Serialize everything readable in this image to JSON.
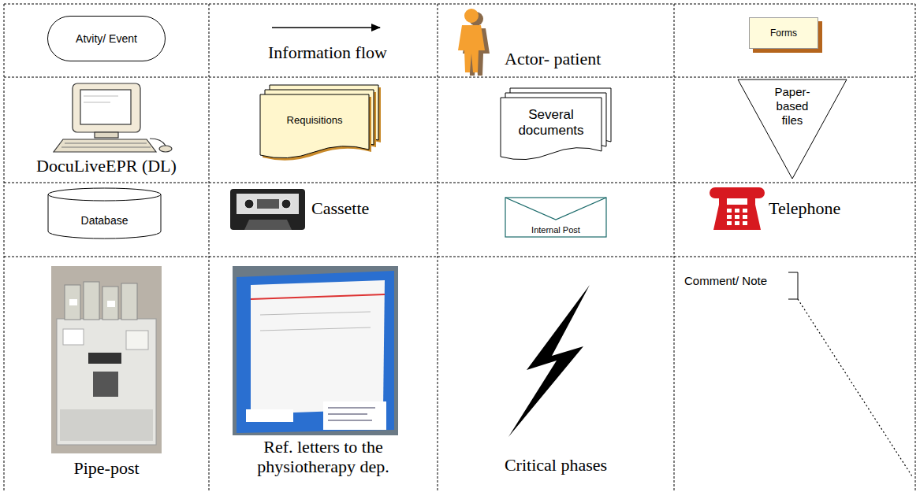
{
  "diagram": {
    "nodes": [
      {
        "text": [
          "Atvity/ Event"
        ]
      },
      {
        "text": [
          "Forms"
        ]
      },
      {
        "text": [
          "Requisitions"
        ]
      },
      {
        "text": [
          "Several documents"
        ]
      },
      {
        "text": [
          "Paper- based files"
        ]
      },
      {
        "text": [
          "Database"
        ]
      },
      {
        "text": [
          "Internal Post"
        ]
      }
    ],
    "labels": [
      "Information flow",
      "Actor- patient",
      "DocuLiveEPR (DL)",
      "Cassette",
      "Telephone",
      "Pipe-post",
      "Ref. letters to the physiotherapy dep.",
      "Critical phases",
      "Comment/ Note"
    ]
  }
}
